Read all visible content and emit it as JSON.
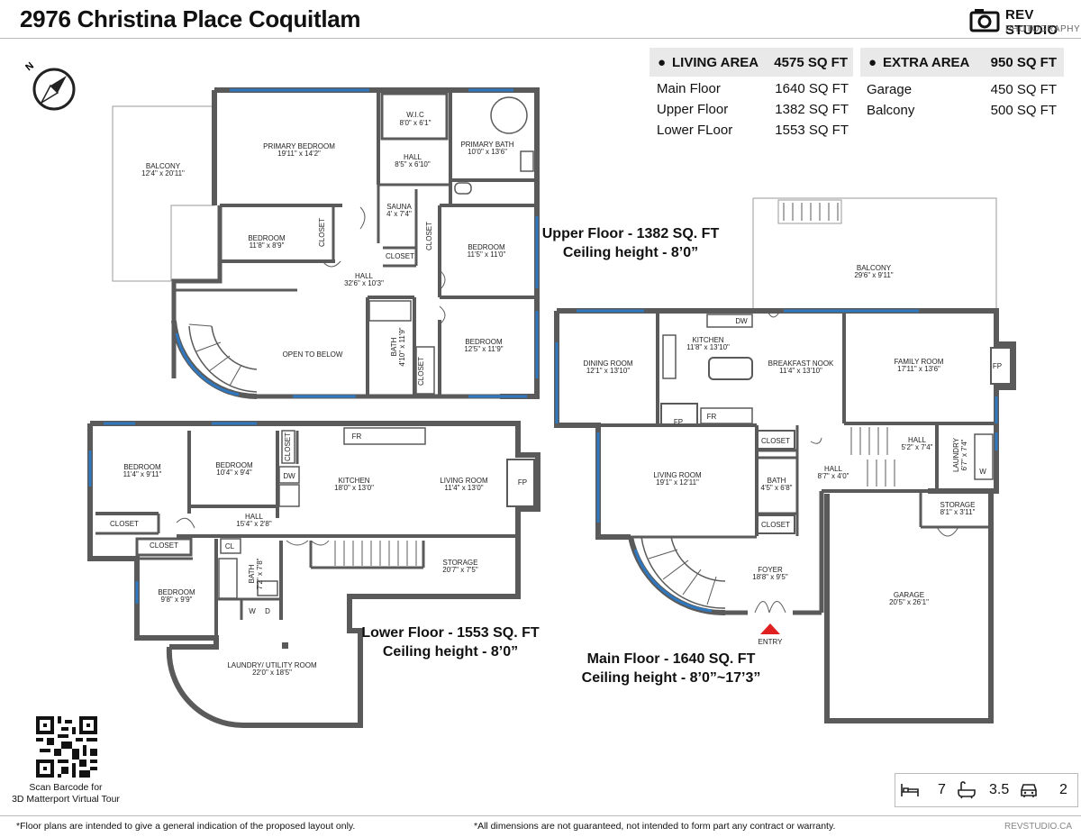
{
  "title": "2976 Christina Place Coquitlam",
  "brand": {
    "name": "REV STUDIO",
    "sub": "PHOTOGRAPHY",
    "site": "REVSTUDIO.CA"
  },
  "areas": {
    "living": {
      "label": "LIVING AREA",
      "total": "4575 SQ FT",
      "rows": [
        {
          "name": "Main Floor",
          "value": "1640 SQ FT"
        },
        {
          "name": "Upper Floor",
          "value": "1382 SQ FT"
        },
        {
          "name": "Lower FLoor",
          "value": "1553 SQ FT"
        }
      ]
    },
    "extra": {
      "label": "EXTRA AREA",
      "total": "950 SQ FT",
      "rows": [
        {
          "name": "Garage",
          "value": "450 SQ FT"
        },
        {
          "name": "Balcony",
          "value": "500 SQ FT"
        }
      ]
    }
  },
  "compass": {
    "label": "N"
  },
  "captions": {
    "upper": {
      "line1": "Upper  Floor - 1382 SQ. FT",
      "line2": "Ceiling height - 8’0”"
    },
    "lower": {
      "line1": "Lower Floor - 1553 SQ. FT",
      "line2": "Ceiling height - 8’0”"
    },
    "main": {
      "line1": "Main Floor - 1640 SQ. FT",
      "line2": "Ceiling height - 8’0”~17’3”"
    }
  },
  "rooms": {
    "upper": {
      "wic": {
        "name": "W.I.C",
        "dim": "8'0\" x 6'1\""
      },
      "primary_bath": {
        "name": "PRIMARY BATH",
        "dim": "10'0\" x 13'6\""
      },
      "primary_bedroom": {
        "name": "PRIMARY BEDROOM",
        "dim": "19'11\" x 14'2\""
      },
      "hall_top": {
        "name": "HALL",
        "dim": "8'5\" x 6'10\""
      },
      "balcony": {
        "name": "BALCONY",
        "dim": "12'4\" x 20'11\""
      },
      "sauna": {
        "name": "SAUNA",
        "dim": "4' x 7'4\""
      },
      "bedroom_a": {
        "name": "BEDROOM",
        "dim": "11'8\" x 8'9\""
      },
      "bedroom_b": {
        "name": "BEDROOM",
        "dim": "11'5\" x 11'0\""
      },
      "hall_main": {
        "name": "HALL",
        "dim": "32'6\" x 10'3\""
      },
      "open_below": {
        "name": "OPEN TO BELOW"
      },
      "bath": {
        "name": "BATH",
        "dim": "4'10\" x 11'9\""
      },
      "bedroom_c": {
        "name": "BEDROOM",
        "dim": "12'5\" x 11'9\""
      },
      "closet": "CLOSET"
    },
    "lower": {
      "bedroom_a": {
        "name": "BEDROOM",
        "dim": "11'4\" x 9'11\""
      },
      "bedroom_b": {
        "name": "BEDROOM",
        "dim": "10'4\" x 9'4\""
      },
      "kitchen": {
        "name": "KITCHEN",
        "dim": "18'0\" x 13'0\""
      },
      "living": {
        "name": "LIVING ROOM",
        "dim": "11'4\" x 13'0\""
      },
      "hall": {
        "name": "HALL",
        "dim": "15'4\" x 2'8\""
      },
      "bath": {
        "name": "BATH",
        "dim": "7'2\" x 7'8\""
      },
      "storage": {
        "name": "STORAGE",
        "dim": "20'7\" x 7'5\""
      },
      "bedroom_c": {
        "name": "BEDROOM",
        "dim": "9'8\" x 9'9\""
      },
      "laundry": {
        "name": "LAUNDRY/ UTILITY ROOM",
        "dim": "22'0\" x 18'5\""
      },
      "closet": "CLOSET",
      "cl": "CL",
      "fr": "FR",
      "dw": "DW",
      "fp": "FP",
      "w": "W",
      "d": "D"
    },
    "main": {
      "balcony": {
        "name": "BALCONY",
        "dim": "29'6\" x 9'11\""
      },
      "kitchen": {
        "name": "KITCHEN",
        "dim": "11'8\" x 13'10\""
      },
      "dining": {
        "name": "DINING ROOM",
        "dim": "12'1\" x 13'10\""
      },
      "nook": {
        "name": "BREAKFAST NOOK",
        "dim": "11'4\" x 13'10\""
      },
      "family": {
        "name": "FAMILY ROOM",
        "dim": "17'11\" x 13'6\""
      },
      "living": {
        "name": "LIVING ROOM",
        "dim": "19'1\" x 12'11\""
      },
      "hall_a": {
        "name": "HALL",
        "dim": "5'2\" x 7'4\""
      },
      "laundry": {
        "name": "LAUNDRY",
        "dim": "6'7\" x 7'4\""
      },
      "hall_b": {
        "name": "HALL",
        "dim": "8'7\" x 4'0\""
      },
      "bath": {
        "name": "BATH",
        "dim": "4'5\" x 6'8\""
      },
      "storage": {
        "name": "STORAGE",
        "dim": "8'1\" x 3'11\""
      },
      "foyer": {
        "name": "FOYER",
        "dim": "18'8\" x 9'5\""
      },
      "garage": {
        "name": "GARAGE",
        "dim": "20'5\" x 26'1\""
      },
      "entry": "ENTRY",
      "closet": "CLOSET",
      "fr": "FR",
      "dw": "DW",
      "fp": "FP",
      "w": "W"
    }
  },
  "stats": {
    "bedrooms": "7",
    "bathrooms": "3.5",
    "garage": "2"
  },
  "qr_caption": {
    "line1": "Scan Barcode for",
    "line2": "3D Matterport Virtual Tour"
  },
  "disclaimers": {
    "left": "*Floor plans are intended to give a general indication of the proposed layout only.",
    "right": "*All dimensions are not guaranteed, not intended to form part any contract or warranty."
  },
  "colors": {
    "wall": "#5a5a5a",
    "window": "#2f78c0",
    "entry": "#e02020",
    "panel": "#e9e9e9"
  }
}
